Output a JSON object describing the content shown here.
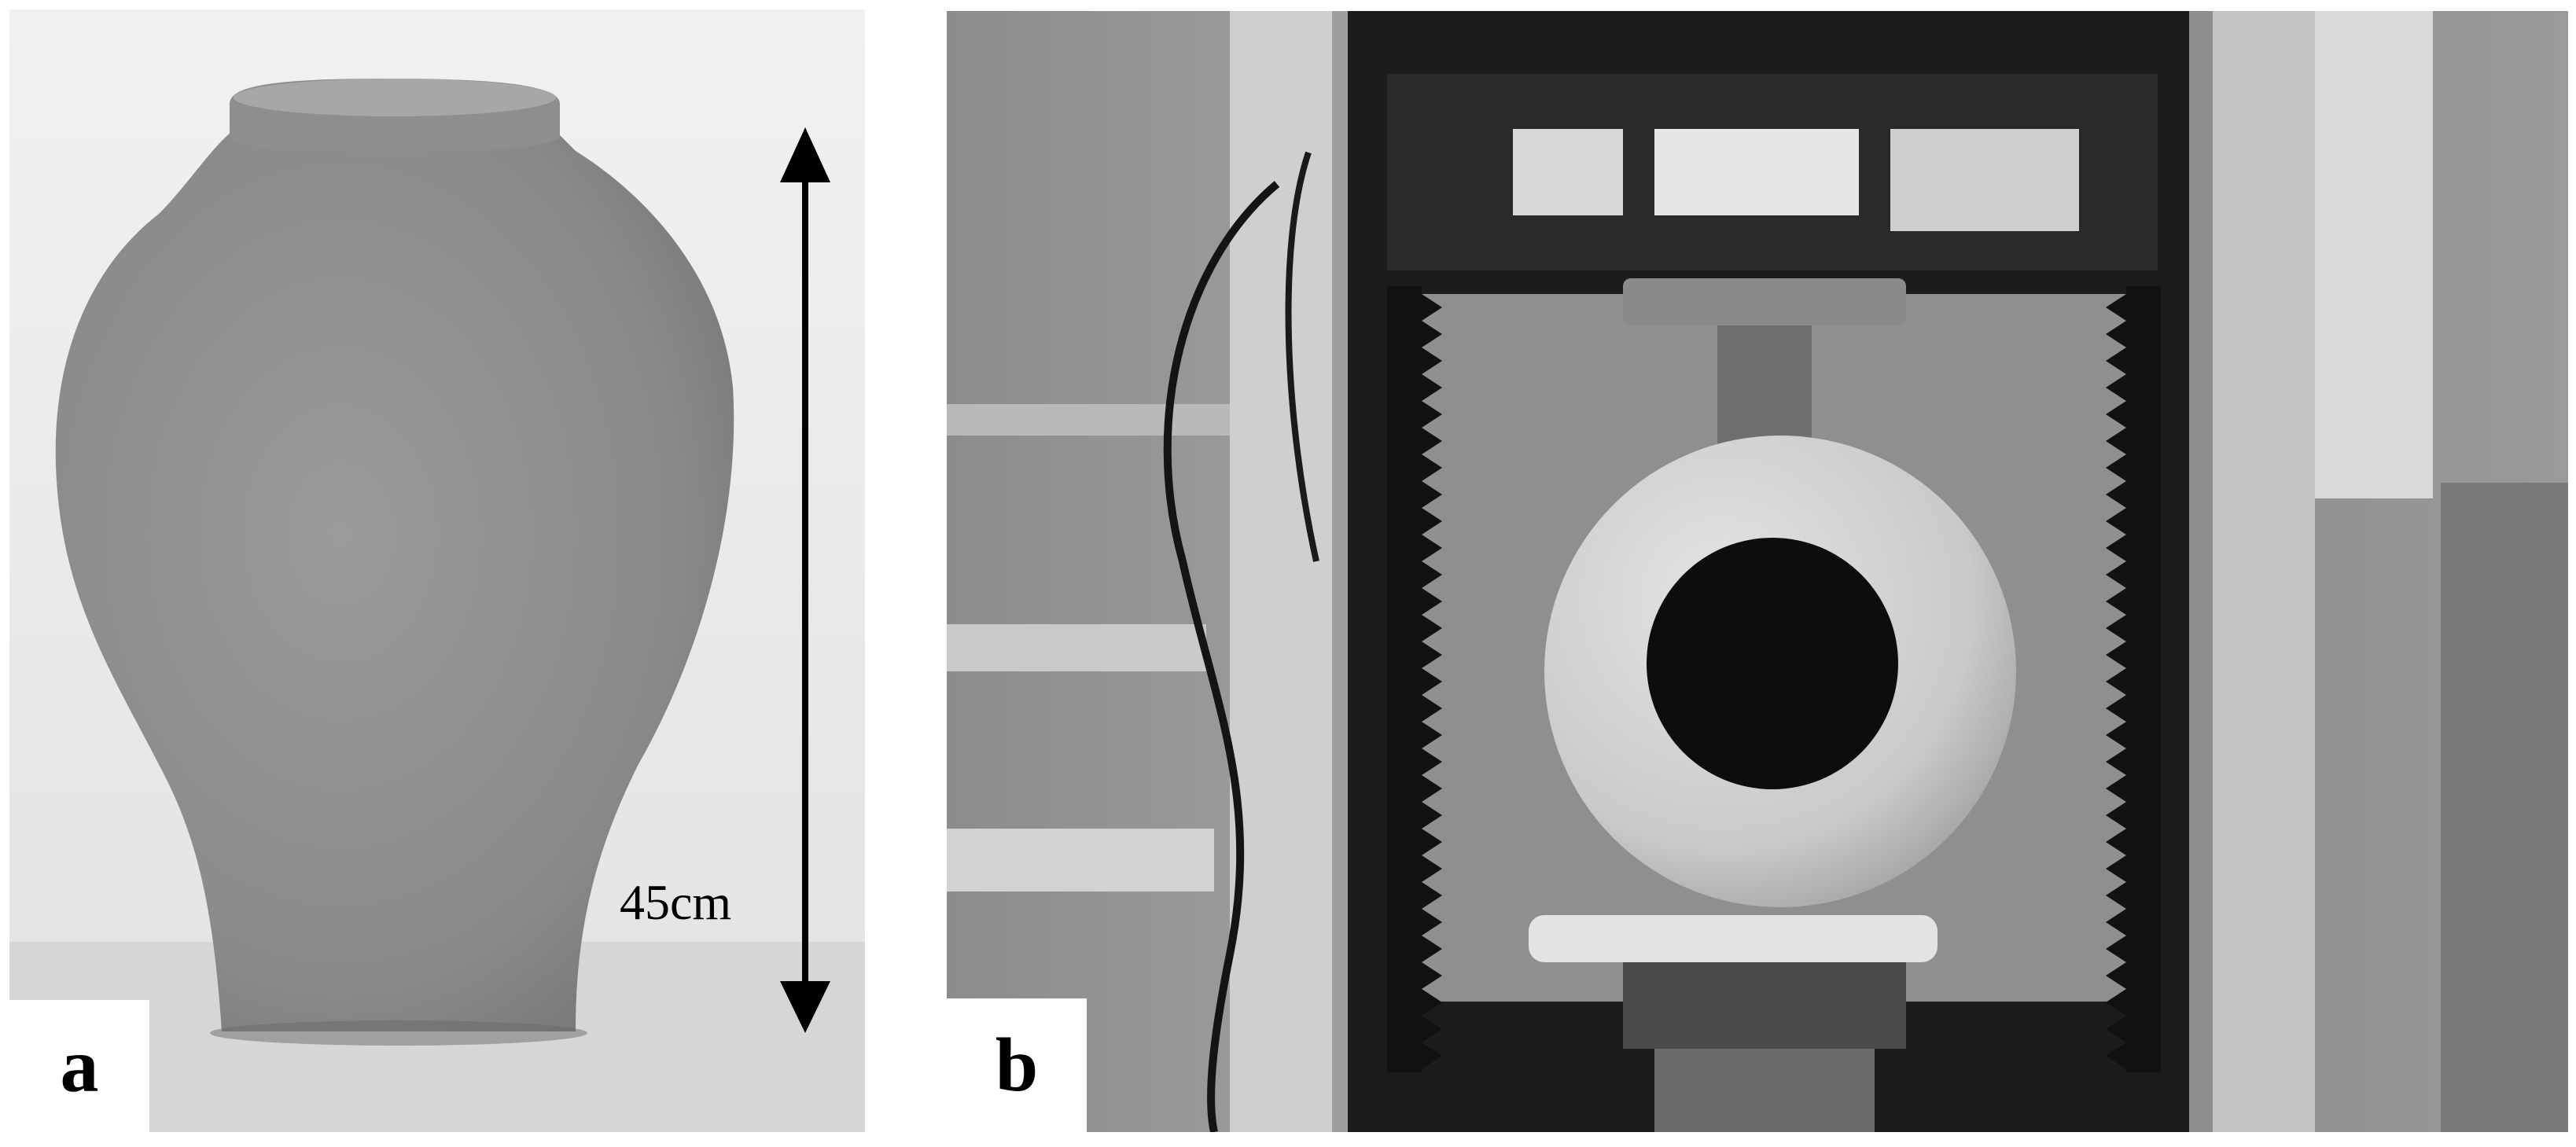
{
  "figure": {
    "panels": [
      {
        "letter": "a",
        "subject": "ceramic-vase",
        "scale_label": "45cm"
      },
      {
        "letter": "b",
        "subject": "ceramic-sphere-in-compression-test-machine"
      }
    ]
  }
}
